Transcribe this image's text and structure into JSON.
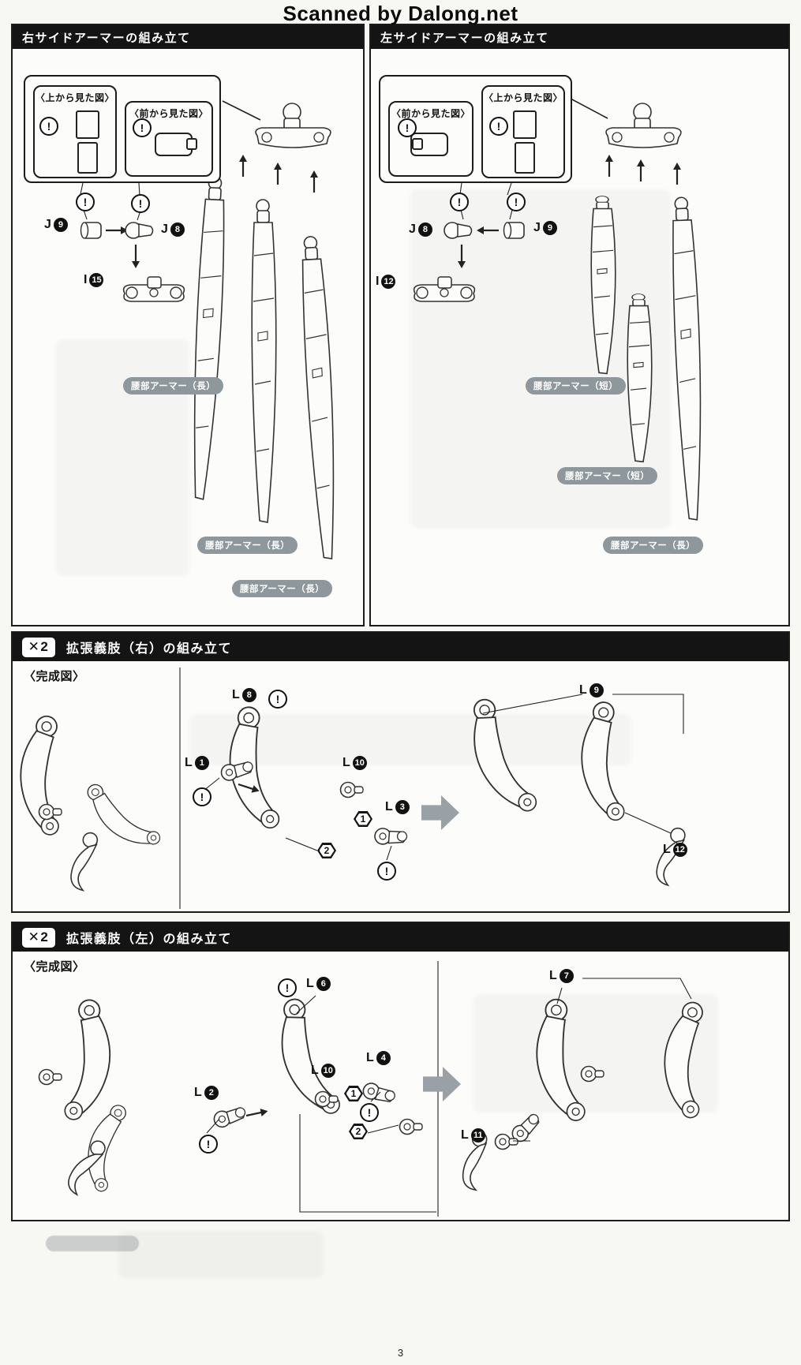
{
  "page": {
    "watermark": "Scanned by Dalong.net",
    "number": "3"
  },
  "icons": {
    "warning": "!"
  },
  "panel_right_armor": {
    "title": "右サイドアーマーの組み立て",
    "view_top_label": "〈上から見た図〉",
    "view_front_label": "〈前から見た図〉",
    "callouts": [
      {
        "letter": "J",
        "num": "9"
      },
      {
        "letter": "J",
        "num": "8"
      },
      {
        "letter": "I",
        "num": "15"
      }
    ],
    "labels": [
      "腰部アーマー（長）",
      "腰部アーマー（長）",
      "腰部アーマー（長）"
    ]
  },
  "panel_left_armor": {
    "title": "左サイドアーマーの組み立て",
    "view_front_label": "〈前から見た図〉",
    "view_top_label": "〈上から見た図〉",
    "callouts": [
      {
        "letter": "J",
        "num": "8"
      },
      {
        "letter": "J",
        "num": "9"
      },
      {
        "letter": "I",
        "num": "12"
      }
    ],
    "labels": [
      "腰部アーマー（短）",
      "腰部アーマー（短）",
      "腰部アーマー（長）"
    ]
  },
  "panel_ext_right": {
    "multiplier": "✕2",
    "title": "拡張義肢（右）の組み立て",
    "completed_label": "〈完成図〉",
    "callouts": [
      {
        "letter": "L",
        "num": "8"
      },
      {
        "letter": "L",
        "num": "1"
      },
      {
        "letter": "L",
        "num": "10"
      },
      {
        "letter": "L",
        "num": "3"
      },
      {
        "letter": "L",
        "num": "9"
      },
      {
        "letter": "L",
        "num": "12"
      }
    ],
    "steps": [
      "1",
      "2"
    ]
  },
  "panel_ext_left": {
    "multiplier": "✕2",
    "title": "拡張義肢（左）の組み立て",
    "completed_label": "〈完成図〉",
    "callouts": [
      {
        "letter": "L",
        "num": "6"
      },
      {
        "letter": "L",
        "num": "2"
      },
      {
        "letter": "L",
        "num": "10"
      },
      {
        "letter": "L",
        "num": "4"
      },
      {
        "letter": "L",
        "num": "7"
      },
      {
        "letter": "L",
        "num": "11"
      }
    ],
    "steps": [
      "1",
      "2"
    ]
  }
}
